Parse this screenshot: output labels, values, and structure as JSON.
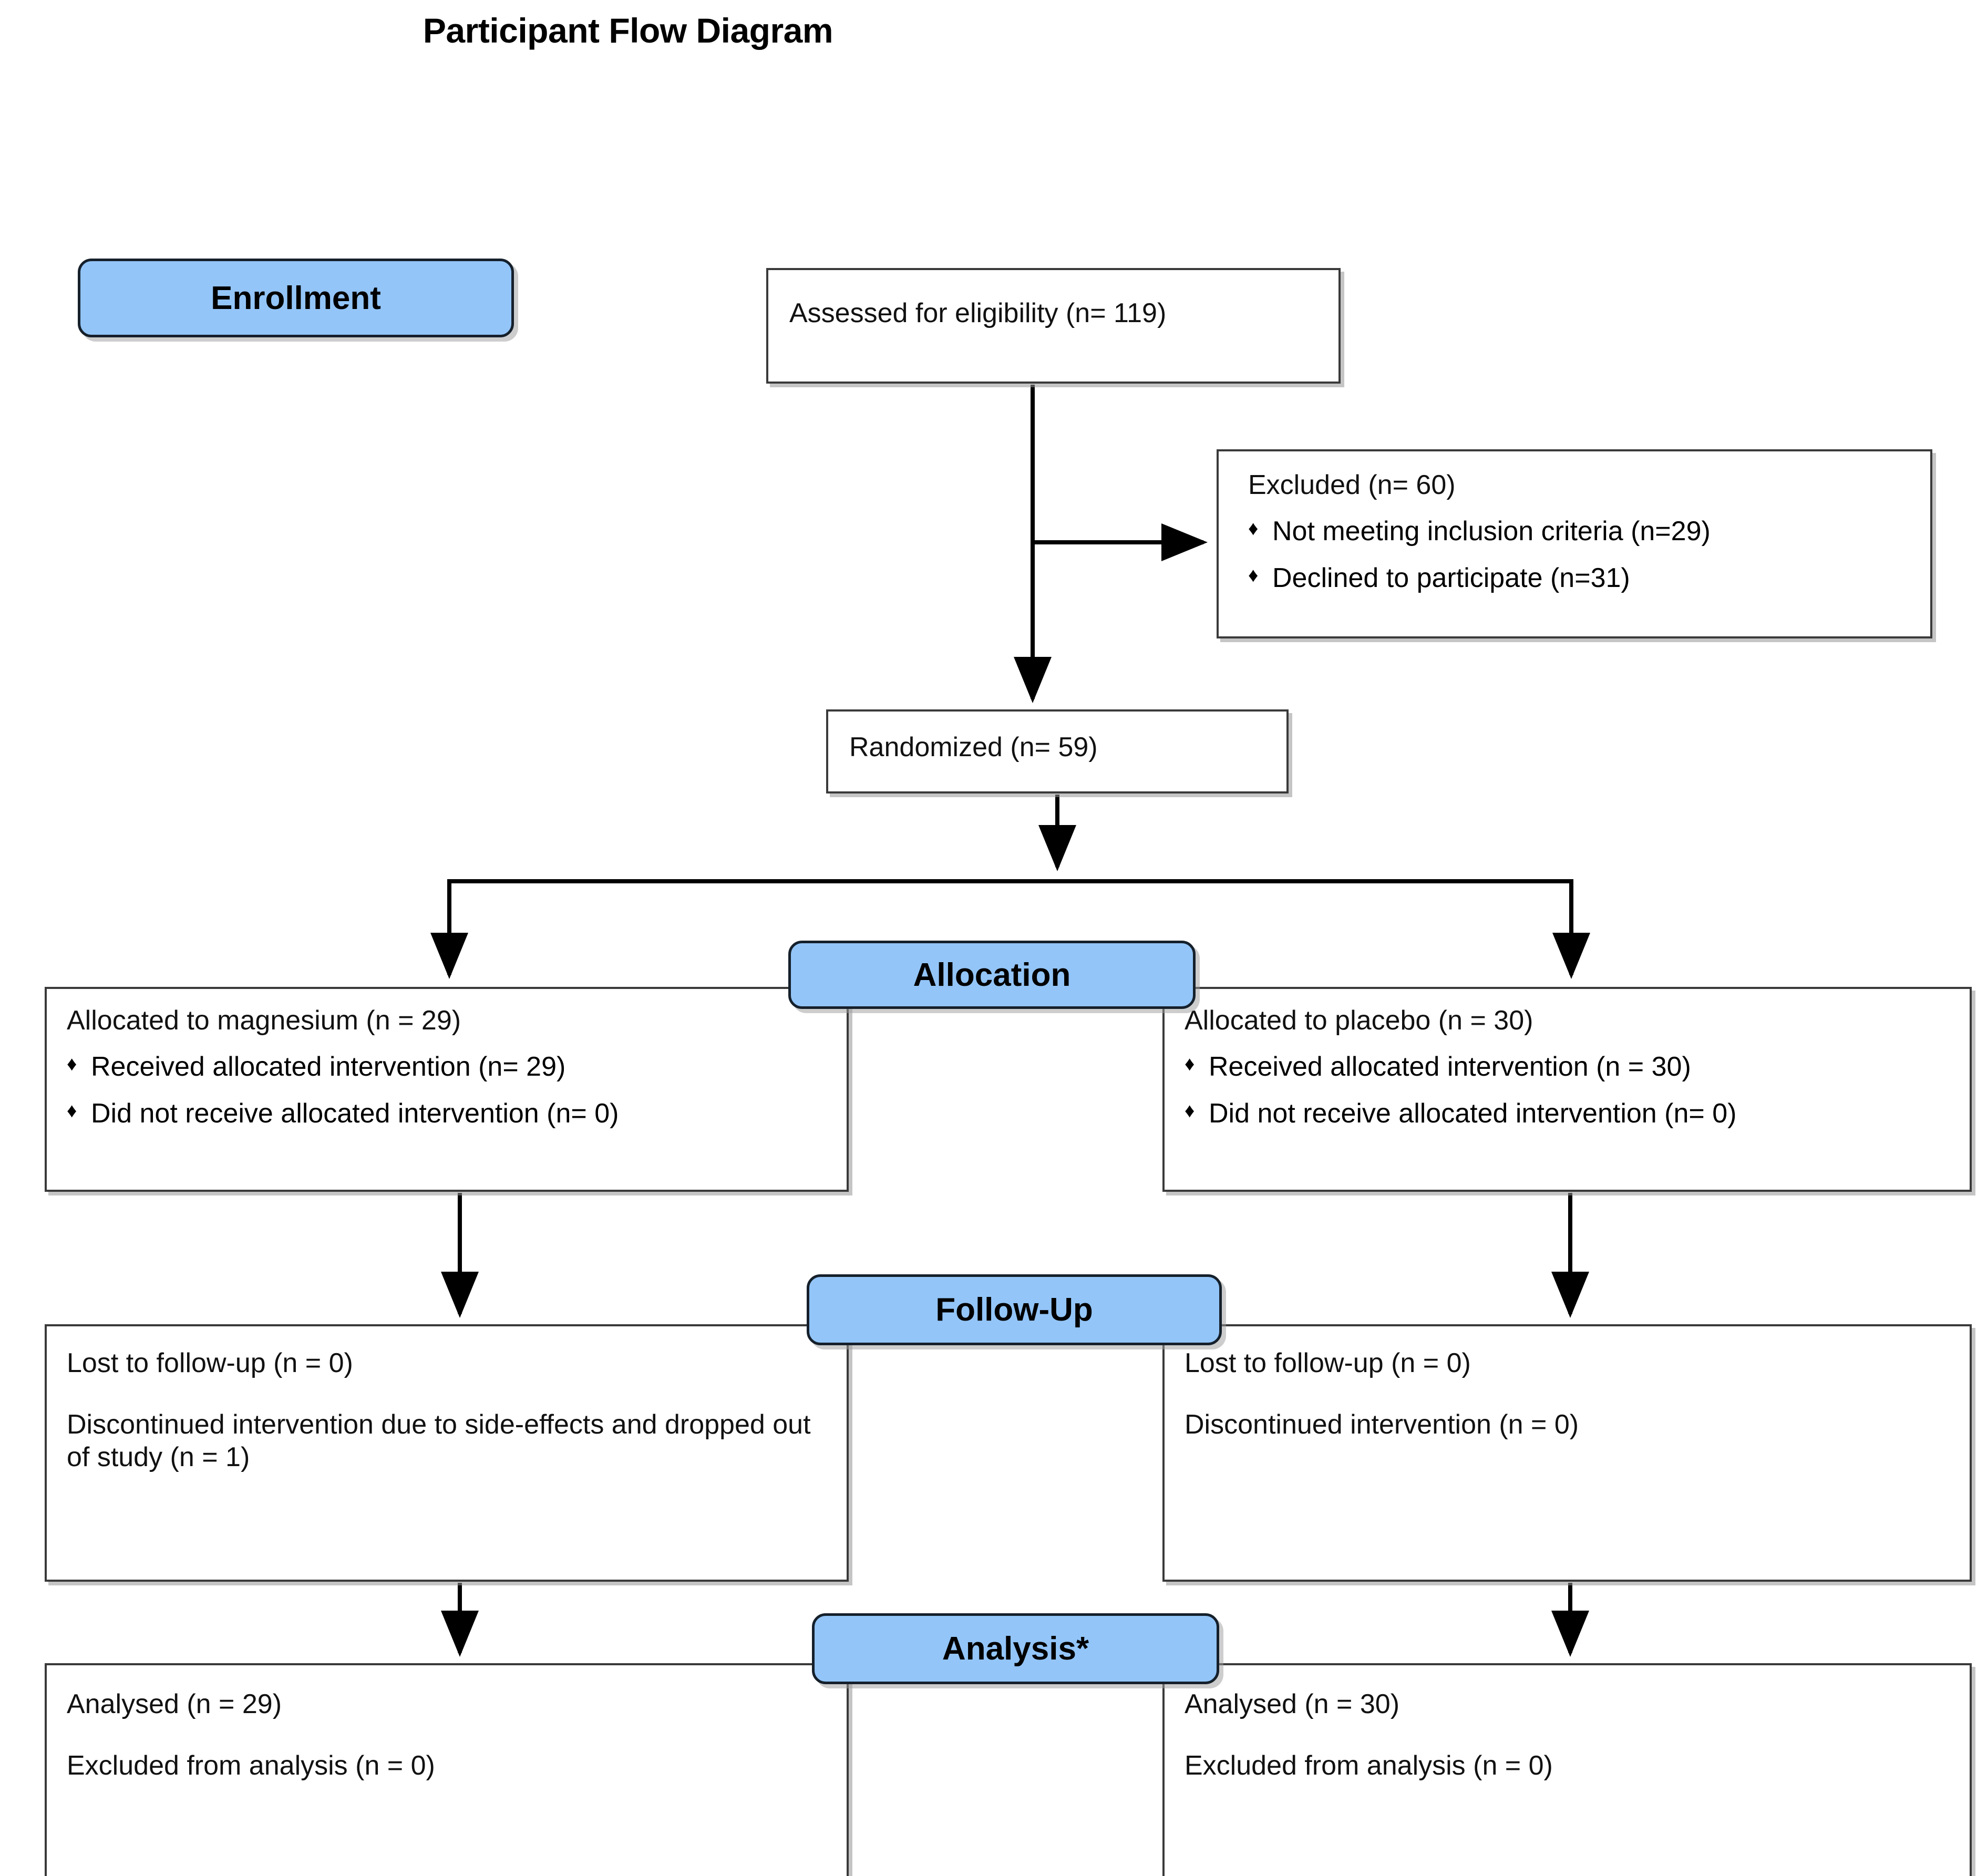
{
  "title": "Participant Flow Diagram",
  "colors": {
    "pill_fill": "#93c5f8",
    "pill_border": "#15202b",
    "box_border": "#3a3a3a",
    "connector": "#000000",
    "background": "#ffffff"
  },
  "stages": {
    "enrollment": "Enrollment",
    "allocation": "Allocation",
    "follow_up": "Follow-Up",
    "analysis": "Analysis*"
  },
  "bullet_glyph": "♦",
  "enrollment": {
    "assessed": "Assessed for eligibility (n= 119)",
    "excluded_heading": "Excluded (n= 60)",
    "excluded_reasons": [
      "Not meeting inclusion criteria (n=29)",
      "Declined to participate (n=31)"
    ],
    "randomized": "Randomized (n= 59)"
  },
  "allocation": {
    "left": {
      "heading": "Allocated to magnesium (n = 29)",
      "items": [
        "Received allocated intervention (n= 29)",
        "Did not receive allocated intervention (n= 0)"
      ]
    },
    "right": {
      "heading": "Allocated to placebo (n = 30)",
      "items": [
        "Received allocated intervention (n = 30)",
        "Did not receive allocated intervention (n= 0)"
      ]
    }
  },
  "follow_up": {
    "left": {
      "lost": "Lost to follow-up (n = 0)",
      "discontinued": "Discontinued intervention due to side-effects and dropped out of study (n = 1)"
    },
    "right": {
      "lost": "Lost to follow-up (n = 0)",
      "discontinued": "Discontinued intervention (n = 0)"
    }
  },
  "analysis": {
    "left": {
      "analysed": "Analysed (n = 29)",
      "excluded": "Excluded from analysis (n = 0)"
    },
    "right": {
      "analysed": "Analysed (n = 30)",
      "excluded": "Excluded from analysis (n = 0)"
    }
  },
  "chart_data": {
    "type": "diagram",
    "diagram_kind": "CONSORT participant flow",
    "title": "Participant Flow Diagram",
    "nodes": [
      {
        "id": "assessed",
        "stage": "Enrollment",
        "label": "Assessed for eligibility (n= 119)",
        "n": 119
      },
      {
        "id": "excluded",
        "stage": "Enrollment",
        "label": "Excluded (n= 60)",
        "n": 60,
        "sub": [
          {
            "label": "Not meeting inclusion criteria (n=29)",
            "n": 29
          },
          {
            "label": "Declined to participate (n=31)",
            "n": 31
          }
        ]
      },
      {
        "id": "randomized",
        "stage": "Enrollment",
        "label": "Randomized (n= 59)",
        "n": 59
      },
      {
        "id": "alloc_mag",
        "stage": "Allocation",
        "label": "Allocated to magnesium (n = 29)",
        "n": 29,
        "sub": [
          {
            "label": "Received allocated intervention (n= 29)",
            "n": 29
          },
          {
            "label": "Did not receive allocated intervention (n= 0)",
            "n": 0
          }
        ]
      },
      {
        "id": "alloc_pbo",
        "stage": "Allocation",
        "label": "Allocated to placebo (n = 30)",
        "n": 30,
        "sub": [
          {
            "label": "Received allocated intervention (n = 30)",
            "n": 30
          },
          {
            "label": "Did not receive allocated intervention (n= 0)",
            "n": 0
          }
        ]
      },
      {
        "id": "fu_mag",
        "stage": "Follow-Up",
        "label": "Lost to follow-up (n = 0)",
        "n": 0,
        "sub": [
          {
            "label": "Discontinued intervention due to side-effects and dropped out of study (n = 1)",
            "n": 1
          }
        ]
      },
      {
        "id": "fu_pbo",
        "stage": "Follow-Up",
        "label": "Lost to follow-up (n = 0)",
        "n": 0,
        "sub": [
          {
            "label": "Discontinued intervention (n = 0)",
            "n": 0
          }
        ]
      },
      {
        "id": "an_mag",
        "stage": "Analysis*",
        "label": "Analysed (n = 29)",
        "n": 29,
        "sub": [
          {
            "label": "Excluded from analysis (n = 0)",
            "n": 0
          }
        ]
      },
      {
        "id": "an_pbo",
        "stage": "Analysis*",
        "label": "Analysed (n = 30)",
        "n": 30,
        "sub": [
          {
            "label": "Excluded from analysis (n = 0)",
            "n": 0
          }
        ]
      }
    ],
    "edges": [
      {
        "from": "assessed",
        "to": "excluded"
      },
      {
        "from": "assessed",
        "to": "randomized"
      },
      {
        "from": "randomized",
        "to": "alloc_mag"
      },
      {
        "from": "randomized",
        "to": "alloc_pbo"
      },
      {
        "from": "alloc_mag",
        "to": "fu_mag"
      },
      {
        "from": "alloc_pbo",
        "to": "fu_pbo"
      },
      {
        "from": "fu_mag",
        "to": "an_mag"
      },
      {
        "from": "fu_pbo",
        "to": "an_pbo"
      }
    ]
  }
}
